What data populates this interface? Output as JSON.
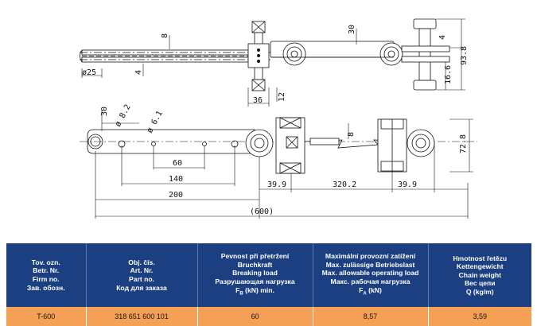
{
  "drawing": {
    "dimensions": {
      "d_25": "ø25",
      "w_8_top": "8",
      "w_4_top": "4",
      "w_30_top": "30",
      "w_4_right": "4",
      "h_93_8": "93.8",
      "h_16_6": "16.6",
      "w_36": "36",
      "w_12": "12",
      "w_30_left": "30",
      "d_8_2": "ø 8.2",
      "d_6_1": "ø 6.1",
      "w_8_mid": "8",
      "h_72_8": "72.8",
      "w_60": "60",
      "w_140": "140",
      "w_200": "200",
      "w_39_9_left": "39.9",
      "w_320_2": "320.2",
      "w_39_9_right": "39.9",
      "w_600": "(600)"
    }
  },
  "table": {
    "headers": [
      [
        "Tov. ozn.",
        "Betr. Nr.",
        "Firm no.",
        "Зав. обозн."
      ],
      [
        "Obj. čís.",
        "Art. Nr.",
        "Part no.",
        "Код для заказа"
      ],
      [
        "Pevnost při přetržení",
        "Bruchkraft",
        "Breaking load",
        "Разрушающая нагрузка",
        "F",
        "B",
        " (kN) min."
      ],
      [
        "Maximální provozní zatížení",
        "Max. zulässige Betriebslast",
        "Max. allowable operating load",
        "Макс. рабочая нагрузка",
        "F",
        "A",
        " (kN)"
      ],
      [
        "Hmotnost řetězu",
        "Kettengewicht",
        "Chain weight",
        "Вес цепи",
        "Q (kg/m)"
      ]
    ],
    "row": [
      "T-600",
      "318 651 600 101",
      "60",
      "8,57",
      "3,59"
    ]
  },
  "colors": {
    "header_bg": "#1b3f80",
    "row_bg": "#f5a155"
  }
}
